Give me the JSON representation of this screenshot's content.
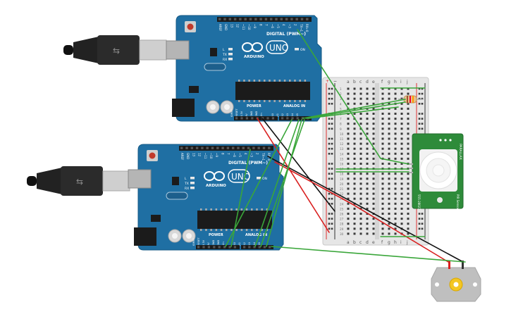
{
  "arduino_top": {
    "brand": "ARDUINO",
    "model": "UNO",
    "digital_label": "DIGITAL (PWM~)",
    "power_label": "POWER",
    "analog_label": "ANALOG IN",
    "pin_labels": [
      "AREF",
      "GND",
      "13",
      "12",
      "~11",
      "~10",
      "~9",
      "8",
      "7",
      "~6",
      "~5",
      "4",
      "~3",
      "2",
      "TX→1",
      "RX←0"
    ],
    "power_pins": [
      "IOREF",
      "RESET",
      "3.3V",
      "5V",
      "GND",
      "GND",
      "Vin"
    ],
    "analog_pins": [
      "A0",
      "A1",
      "A2",
      "A3",
      "A4",
      "A5"
    ],
    "led_labels": [
      "L",
      "TX",
      "RX"
    ],
    "on_label": "ON"
  },
  "arduino_bottom": {
    "brand": "ARDUINO",
    "model": "UNO",
    "digital_label": "DIGITAL (PWM~)",
    "power_label": "POWER",
    "analog_label": "ANALOG IN",
    "pin_labels": [
      "AREF",
      "GND",
      "13",
      "12",
      "~11",
      "~10",
      "~9",
      "8",
      "7",
      "~6",
      "~5",
      "4",
      "~3",
      "2",
      "TX→1",
      "RX←0"
    ],
    "power_pins": [
      "IOREF",
      "RESET",
      "3.3V",
      "5V",
      "GND",
      "GND",
      "Vin"
    ],
    "analog_pins": [
      "A0",
      "A1",
      "A2",
      "A3",
      "A4",
      "A5"
    ],
    "led_labels": [
      "L",
      "TX",
      "RX"
    ],
    "on_label": "ON"
  },
  "breadboard": {
    "columns": [
      "a",
      "b",
      "c",
      "d",
      "e",
      "f",
      "g",
      "h",
      "i",
      "j"
    ],
    "rows": [
      "1",
      "2",
      "3",
      "4",
      "5",
      "6",
      "7",
      "8",
      "9",
      "10",
      "11",
      "12",
      "13",
      "14",
      "15",
      "16",
      "17",
      "18",
      "19",
      "20",
      "21",
      "22",
      "23",
      "24",
      "25",
      "26",
      "27",
      "28",
      "29",
      "30"
    ],
    "rail_plus": "+",
    "rail_minus": "−"
  },
  "pir_sensor": {
    "label": "PIR Sensor",
    "sublabel": "555-28027",
    "brand": "PARALLAX"
  },
  "colors": {
    "board_blue": "#1f6fa3",
    "header_black": "#1b1b1b",
    "wire_green": "#3aa63a",
    "wire_red": "#d91f1f",
    "wire_black": "#111111",
    "pir_green": "#2e8b3a",
    "motor_gray": "#bfbfbf",
    "motor_yellow": "#f3c623"
  }
}
